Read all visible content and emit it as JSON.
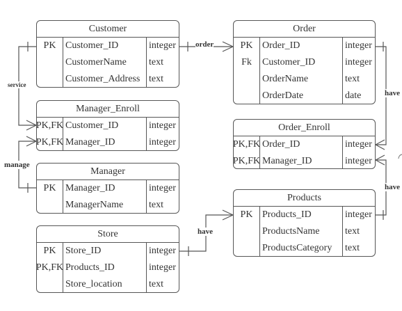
{
  "entities": {
    "customer": {
      "title": "Customer",
      "rows": [
        {
          "key": "PK",
          "field": "Customer_ID",
          "type": "integer"
        },
        {
          "key": "",
          "field": "CustomerName",
          "type": "text"
        },
        {
          "key": "",
          "field": "Customer_Address",
          "type": "text"
        }
      ]
    },
    "order": {
      "title": "Order",
      "rows": [
        {
          "key": "PK",
          "field": "Order_ID",
          "type": "integer"
        },
        {
          "key": "Fk",
          "field": "Customer_ID",
          "type": "integer"
        },
        {
          "key": "",
          "field": "OrderName",
          "type": "text"
        },
        {
          "key": "",
          "field": "OrderDate",
          "type": "date"
        }
      ]
    },
    "manager_enroll": {
      "title": "Manager_Enroll",
      "rows": [
        {
          "key": "PK,FK",
          "field": "Customer_ID",
          "type": "integer"
        },
        {
          "key": "PK,FK",
          "field": "Manager_ID",
          "type": "integer"
        }
      ]
    },
    "order_enroll": {
      "title": "Order_Enroll",
      "rows": [
        {
          "key": "PK,FK",
          "field": "Order_ID",
          "type": "integer"
        },
        {
          "key": "PK,FK",
          "field": "Manager_ID",
          "type": "integer"
        }
      ]
    },
    "manager": {
      "title": "Manager",
      "rows": [
        {
          "key": "PK",
          "field": "Manager_ID",
          "type": "integer"
        },
        {
          "key": "",
          "field": "ManagerName",
          "type": "text"
        }
      ]
    },
    "products": {
      "title": "Products",
      "rows": [
        {
          "key": "PK",
          "field": "Products_ID",
          "type": "integer"
        },
        {
          "key": "",
          "field": "ProductsName",
          "type": "text"
        },
        {
          "key": "",
          "field": "ProductsCategory",
          "type": "text"
        }
      ]
    },
    "store": {
      "title": "Store",
      "rows": [
        {
          "key": "PK",
          "field": "Store_ID",
          "type": "integer"
        },
        {
          "key": "PK,FK",
          "field": "Products_ID",
          "type": "integer"
        },
        {
          "key": "",
          "field": "Store_location",
          "type": "text"
        }
      ]
    }
  },
  "relationships": {
    "order": "order",
    "service": "service",
    "manage": "manage",
    "have_order": "have",
    "have_products": "have",
    "have_store": "have"
  },
  "colors": {
    "line": "#555555",
    "text": "#333333",
    "background": "#ffffff"
  }
}
